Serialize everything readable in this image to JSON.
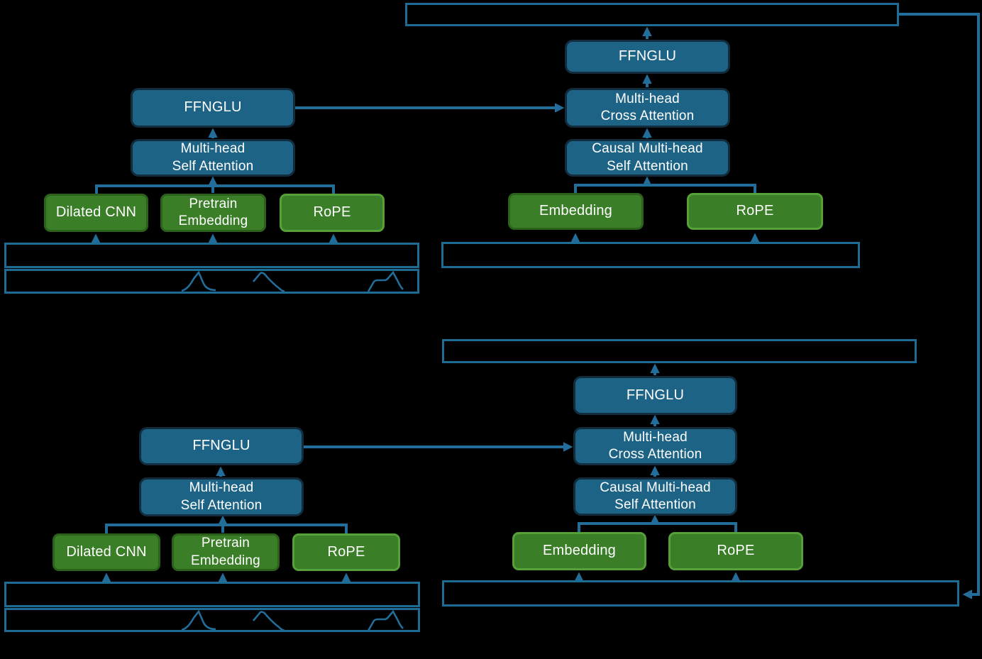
{
  "labels": {
    "ffnglu": "FFNGLU",
    "multi_head": "Multi-head",
    "self_attention": "Self Attention",
    "cross_attention": "Cross Attention",
    "causal_multi_head": "Causal Multi-head",
    "dilated_cnn": "Dilated CNN",
    "pretrain": "Pretrain",
    "embedding": "Embedding",
    "rope": "RoPE"
  },
  "colors": {
    "background": "#000000",
    "blue_box_fill": "#1d6385",
    "blue_box_border": "#122c3d",
    "green_box_fill": "#3b7e28",
    "green_box_border": "#2c611b",
    "green_box_border_light": "#55a038",
    "connector_line": "#226d99",
    "outline_box_border": "#1e6b94",
    "text": "#ffffff"
  }
}
